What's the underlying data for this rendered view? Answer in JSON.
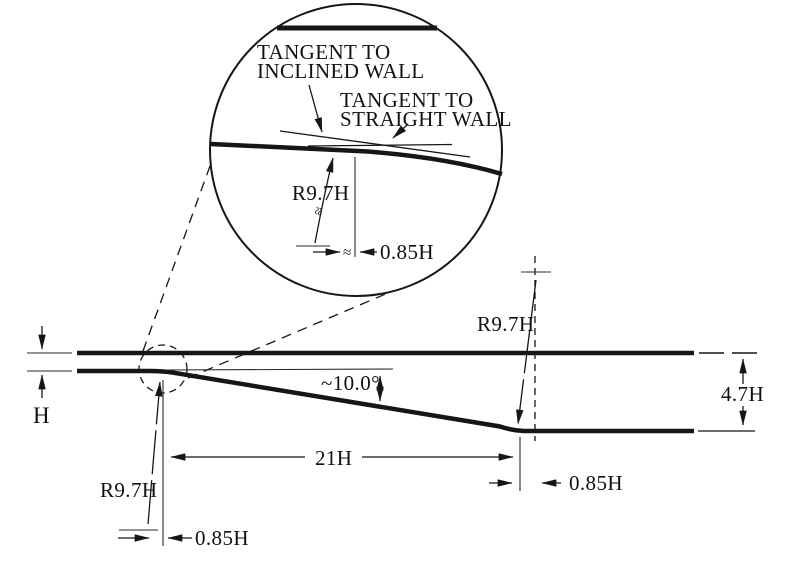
{
  "figure": {
    "description_labels": {
      "tangent_inclined_line1": "TANGENT TO",
      "tangent_inclined_line2": "INCLINED WALL",
      "tangent_straight_line1": "TANGENT TO",
      "tangent_straight_line2": "STRAIGHT WALL"
    },
    "inset": {
      "radius_label": "R9.7H",
      "offset_label": "0.85H",
      "break_symbol": "≈"
    },
    "main": {
      "inlet_height_label": "H",
      "angle_label": "~10.0°",
      "length_label": "21H",
      "outlet_height_label": "4.7H",
      "left_radius_label": "R9.7H",
      "left_offset_label": "0.85H",
      "right_radius_label": "R9.7H",
      "right_offset_label": "0.85H"
    },
    "colors": {
      "ink": "#161616",
      "background": "#ffffff"
    }
  }
}
